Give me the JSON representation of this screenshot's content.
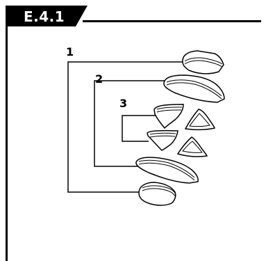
{
  "figure": {
    "id_label": "E.4.1",
    "levels": [
      {
        "label": "1"
      },
      {
        "label": "2"
      },
      {
        "label": "3"
      }
    ]
  },
  "colors": {
    "stroke": "#000000",
    "fill": "#ffffff",
    "tab_fill": "#000000",
    "tab_text": "#ffffff"
  }
}
